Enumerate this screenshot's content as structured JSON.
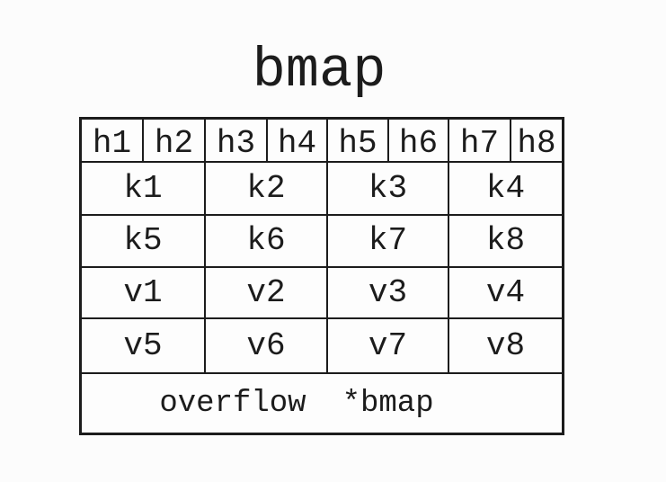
{
  "title": "bmap",
  "table": {
    "header": [
      "h1",
      "h2",
      "h3",
      "h4",
      "h5",
      "h6",
      "h7",
      "h8"
    ],
    "keys": [
      "k1",
      "k2",
      "k3",
      "k4",
      "k5",
      "k6",
      "k7",
      "k8"
    ],
    "values": [
      "v1",
      "v2",
      "v3",
      "v4",
      "v5",
      "v6",
      "v7",
      "v8"
    ],
    "overflow": {
      "field": "overflow",
      "type": "*bmap"
    }
  },
  "colors": {
    "ink": "#1c1c1c",
    "background": "#fcfcfc"
  }
}
